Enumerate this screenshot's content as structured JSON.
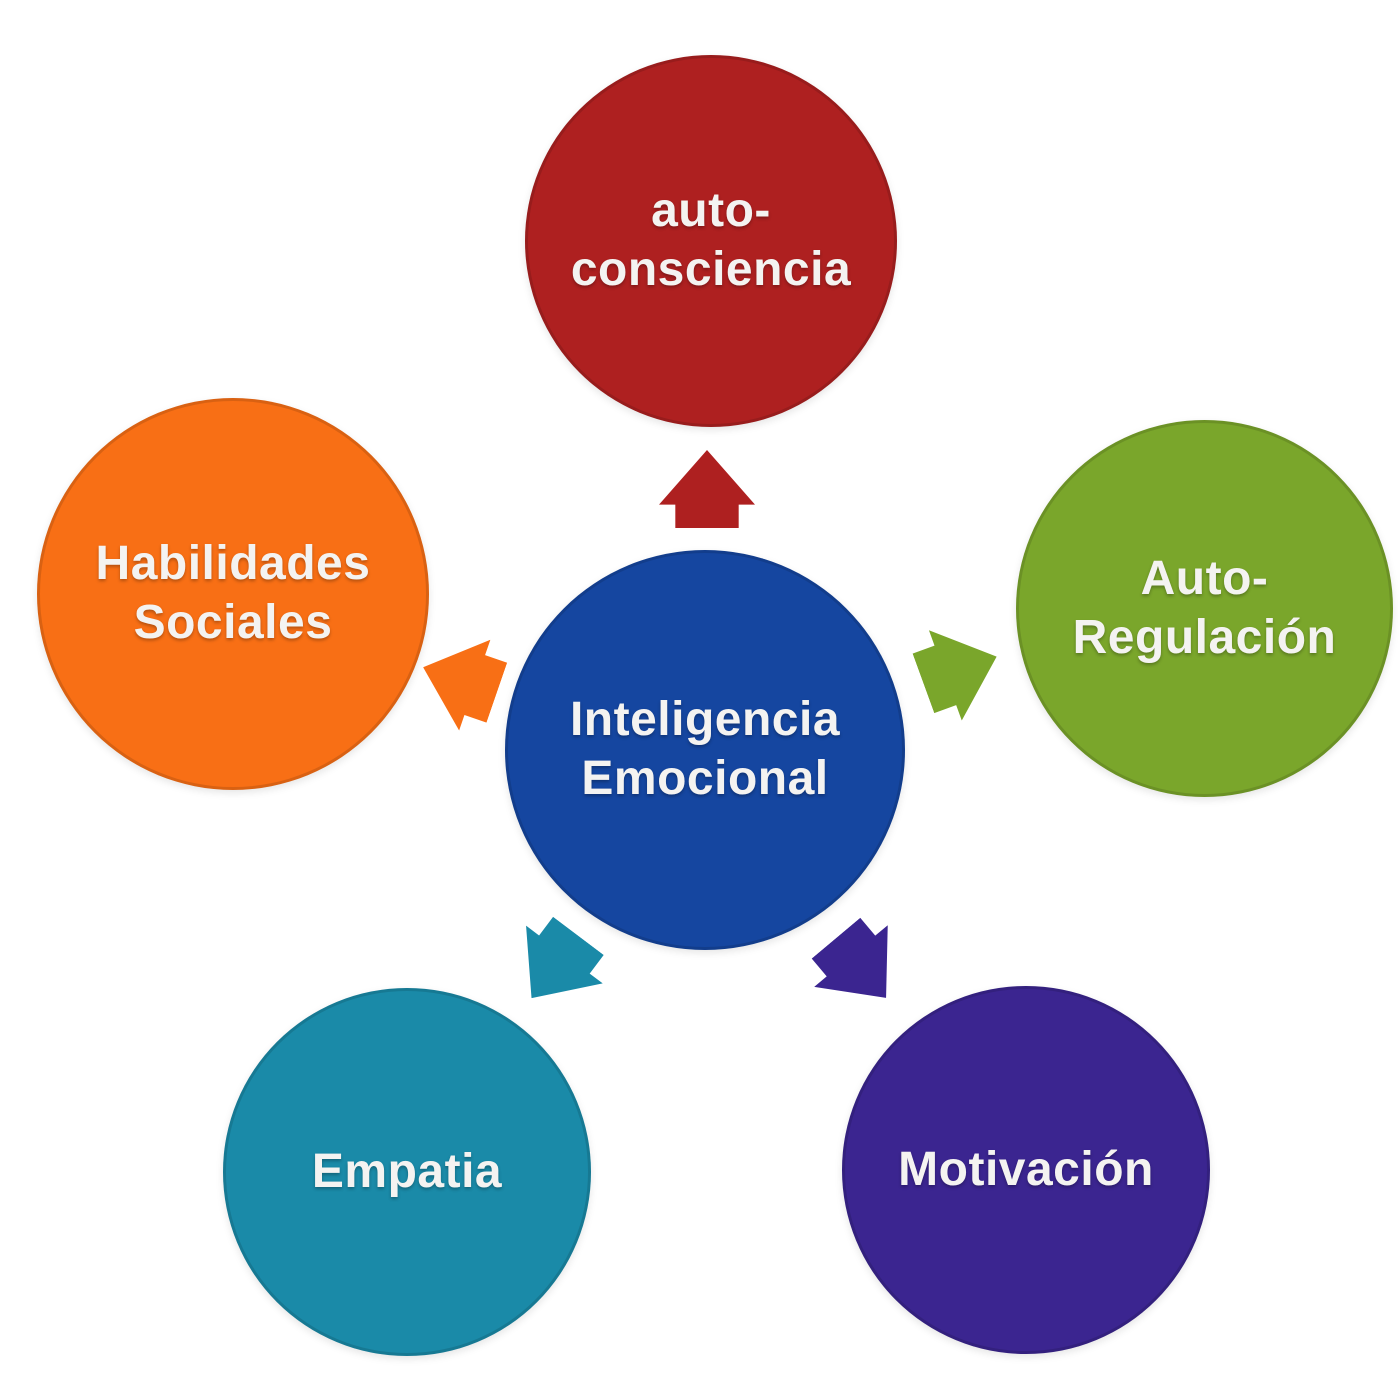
{
  "diagram": {
    "type": "radial-cycle",
    "background_color": "#ffffff",
    "text_color": "#f4f3f1",
    "center": {
      "line1": "Inteligencia",
      "line2": "Emocional",
      "color": "#1546a0"
    },
    "nodes": {
      "auto_consciencia": {
        "line1": "auto-",
        "line2": "consciencia",
        "color": "#ae2020",
        "position": "top"
      },
      "auto_regulacion": {
        "line1": "Auto-",
        "line2": "Regulación",
        "color": "#7aa62b",
        "position": "right"
      },
      "motivacion": {
        "line1": "Motivación",
        "line2": "",
        "color": "#3b2590",
        "position": "bottom-right"
      },
      "empatia": {
        "line1": "Empatia",
        "line2": "",
        "color": "#1a8aa8",
        "position": "bottom-left"
      },
      "habilidades_sociales": {
        "line1": "Habilidades",
        "line2": "Sociales",
        "color": "#f86f15",
        "position": "left"
      }
    },
    "arrows": {
      "to_auto_consciencia": {
        "color": "#ae2020",
        "direction": "up"
      },
      "to_auto_regulacion": {
        "color": "#7aa62b",
        "direction": "up-right"
      },
      "to_motivacion": {
        "color": "#3b2590",
        "direction": "down-right"
      },
      "to_empatia": {
        "color": "#1a8aa8",
        "direction": "down-left"
      },
      "to_habilidades_sociales": {
        "color": "#f86f15",
        "direction": "up-left"
      }
    }
  }
}
